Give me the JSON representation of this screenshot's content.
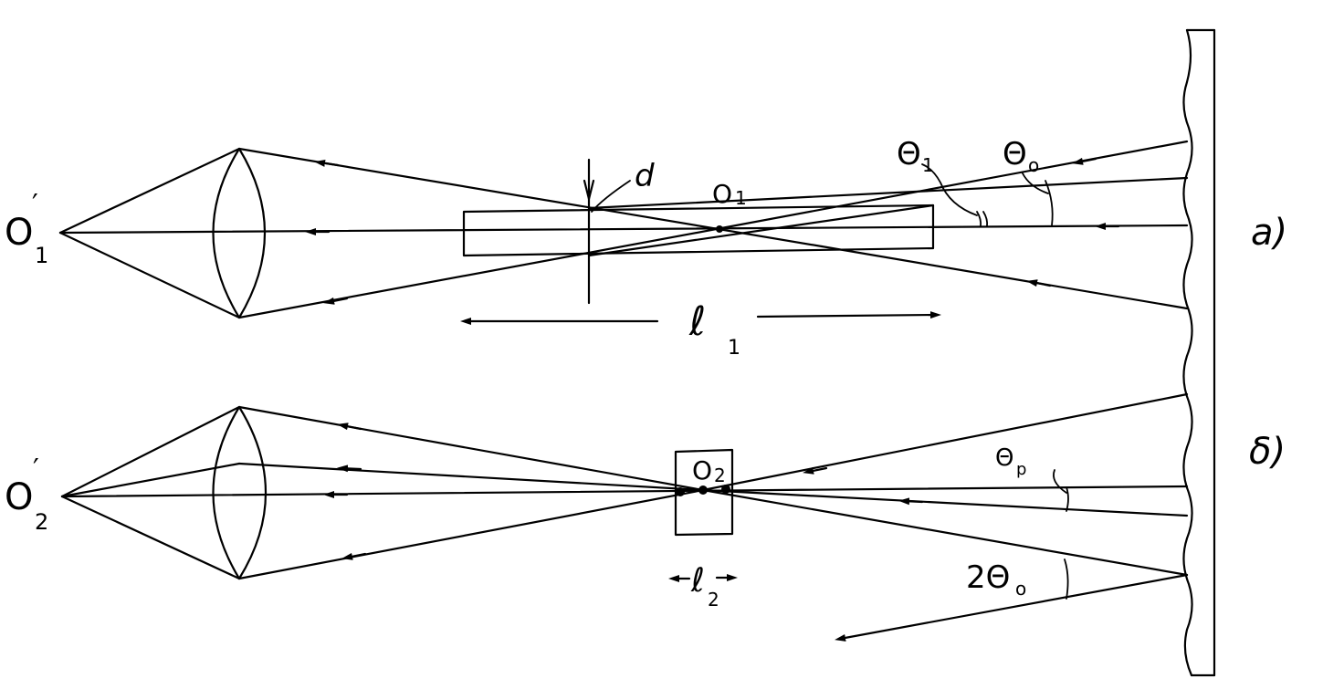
{
  "labels": {
    "a_image_point": "O",
    "a_image_point_sub": "1",
    "a_image_point_prime": "′",
    "b_image_point": "O",
    "b_image_point_sub": "2",
    "b_image_point_prime": "′",
    "a_center": "O",
    "a_center_sub": "1",
    "b_center": "O",
    "b_center_sub": "2",
    "aperture": "d",
    "length1": "ℓ",
    "length1_sub": "1",
    "length2": "ℓ",
    "length2_sub": "2",
    "theta1": "Θ",
    "theta1_sub": "1",
    "theta0": "Θ",
    "theta0_sub": "o",
    "thetap": "Θ",
    "thetap_sub": "p",
    "two_theta0": "2Θ",
    "two_theta0_sub": "o",
    "part_a": "a)",
    "part_b": "δ)"
  }
}
